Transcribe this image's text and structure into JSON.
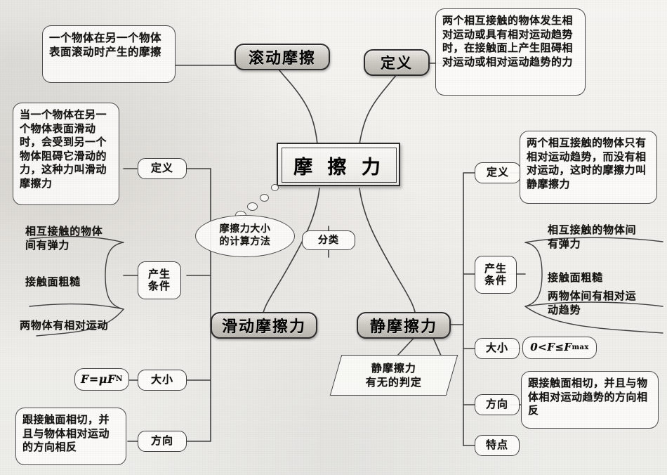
{
  "diagram": {
    "center": {
      "title": "摩 擦 力"
    },
    "thought_bubble": {
      "line1": "摩擦力大小",
      "line2": "的计算方法"
    },
    "classify_node": {
      "label": "分类"
    },
    "rolling": {
      "title": "滚动摩擦",
      "description": "一个物体在另一个物体表面滚动时产生的摩擦"
    },
    "top_definition": {
      "label": "定义",
      "description": "两个相互接触的物体发生相对运动或具有相对运动趋势时，在接触面上产生阻碍相对运动或相对运动趋势的力"
    },
    "sliding": {
      "title": "滑动摩擦力",
      "definition_label": "定义",
      "definition_text": "当一个物体在另一个物体表面滑动时，会受到另一个物体阻碍它滑动的力，这种力叫滑动摩擦力",
      "conditions_label": "产生\n条件",
      "conditions_label_l1": "产生",
      "conditions_label_l2": "条件",
      "conditions": [
        {
          "l1": "相互接触的物体",
          "l2": "间有弹力"
        },
        {
          "l1": "接触面粗糙",
          "l2": ""
        },
        {
          "l1": "两物体有相对运动",
          "l2": ""
        }
      ],
      "magnitude_label": "大小",
      "magnitude_formula": "F=μF",
      "magnitude_formula_sub": "N",
      "direction_label": "方向",
      "direction_text": "跟接触面相切，并且与物体相对运动的方向相反"
    },
    "static": {
      "title": "静摩擦力",
      "note": {
        "l1": "静摩擦力",
        "l2": "有无的判定"
      },
      "definition_label": "定义",
      "definition_text": "两个相互接触的物体只有相对运动趋势，而没有相对运动，这时的摩擦力叫静摩擦力",
      "conditions_label_l1": "产生",
      "conditions_label_l2": "条件",
      "conditions": [
        {
          "l1": "相互接触的物体间",
          "l2": "有弹力"
        },
        {
          "l1": "接触面粗糙",
          "l2": ""
        },
        {
          "l1": "两物体间有相对运",
          "l2": "动趋势"
        }
      ],
      "magnitude_label": "大小",
      "magnitude_formula_pre": "0<F≤F",
      "magnitude_formula_sub": "max",
      "direction_label": "方向",
      "direction_text": "跟接触面相切，并且与物体相对运动趋势的方向相反",
      "feature_label": "特点"
    },
    "colors": {
      "ink": "#141210",
      "line": "#3f3f3f",
      "paper": "#f2f0ec",
      "branch_fill": "#cdcac4"
    }
  }
}
